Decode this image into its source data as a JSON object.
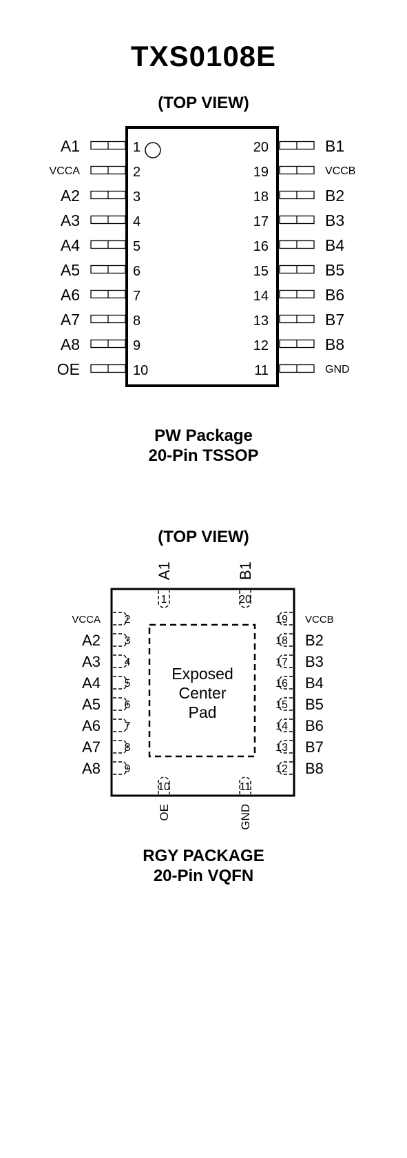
{
  "title": "TXS0108E",
  "tssop": {
    "view_label": "(TOP VIEW)",
    "caption_line1": "PW Package",
    "caption_line2": "20-Pin TSSOP",
    "left_pins": [
      {
        "num": "1",
        "name": "A1"
      },
      {
        "num": "2",
        "name": "VCCA"
      },
      {
        "num": "3",
        "name": "A2"
      },
      {
        "num": "4",
        "name": "A3"
      },
      {
        "num": "5",
        "name": "A4"
      },
      {
        "num": "6",
        "name": "A5"
      },
      {
        "num": "7",
        "name": "A6"
      },
      {
        "num": "8",
        "name": "A7"
      },
      {
        "num": "9",
        "name": "A8"
      },
      {
        "num": "10",
        "name": "OE"
      }
    ],
    "right_pins": [
      {
        "num": "20",
        "name": "B1"
      },
      {
        "num": "19",
        "name": "VCCB"
      },
      {
        "num": "18",
        "name": "B2"
      },
      {
        "num": "17",
        "name": "B3"
      },
      {
        "num": "16",
        "name": "B4"
      },
      {
        "num": "15",
        "name": "B5"
      },
      {
        "num": "14",
        "name": "B6"
      },
      {
        "num": "13",
        "name": "B7"
      },
      {
        "num": "12",
        "name": "B8"
      },
      {
        "num": "11",
        "name": "GND"
      }
    ]
  },
  "qfn": {
    "view_label": "(TOP VIEW)",
    "caption_line1": "RGY PACKAGE",
    "caption_line2": "20-Pin VQFN",
    "pad_label": [
      "Exposed",
      "Center",
      "Pad"
    ],
    "top_pins": [
      {
        "num": "1",
        "name": "A1"
      },
      {
        "num": "20",
        "name": "B1"
      }
    ],
    "bottom_pins": [
      {
        "num": "10",
        "name": "OE"
      },
      {
        "num": "11",
        "name": "GND"
      }
    ],
    "left_pins": [
      {
        "num": "2",
        "name": "VCCA"
      },
      {
        "num": "3",
        "name": "A2"
      },
      {
        "num": "4",
        "name": "A3"
      },
      {
        "num": "5",
        "name": "A4"
      },
      {
        "num": "6",
        "name": "A5"
      },
      {
        "num": "7",
        "name": "A6"
      },
      {
        "num": "8",
        "name": "A7"
      },
      {
        "num": "9",
        "name": "A8"
      }
    ],
    "right_pins": [
      {
        "num": "19",
        "name": "VCCB"
      },
      {
        "num": "18",
        "name": "B2"
      },
      {
        "num": "17",
        "name": "B3"
      },
      {
        "num": "16",
        "name": "B4"
      },
      {
        "num": "15",
        "name": "B5"
      },
      {
        "num": "14",
        "name": "B6"
      },
      {
        "num": "13",
        "name": "B7"
      },
      {
        "num": "12",
        "name": "B8"
      }
    ]
  }
}
